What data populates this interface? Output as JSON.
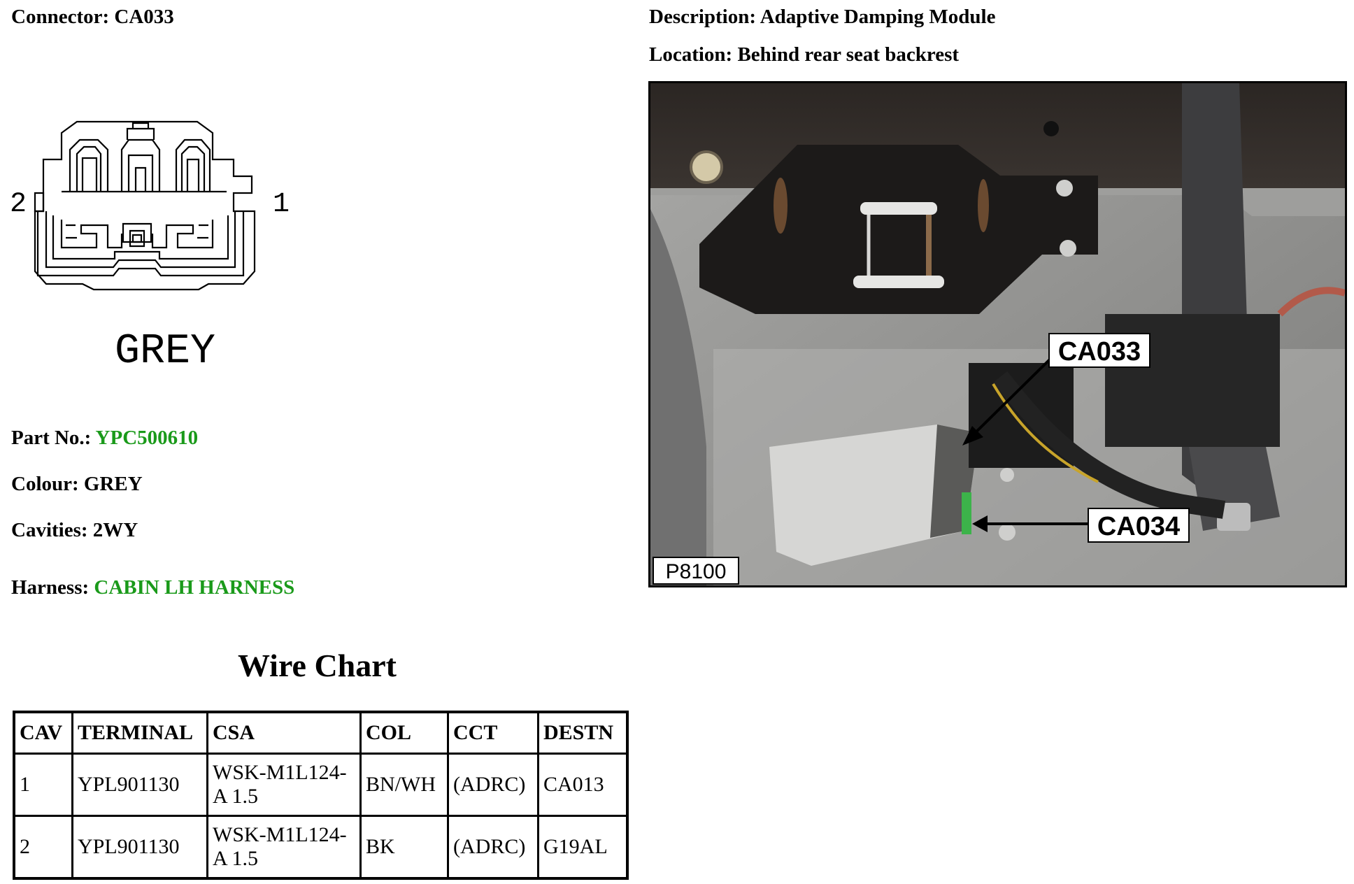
{
  "connector": {
    "label": "Connector:",
    "value": "CA033"
  },
  "description": {
    "label": "Description:",
    "value": "Adaptive Damping Module"
  },
  "location": {
    "label": "Location:",
    "value": "Behind rear seat backrest"
  },
  "diagram": {
    "pin_left": "2",
    "pin_right": "1",
    "colour_text": "GREY"
  },
  "part_no": {
    "label": "Part No.:",
    "value": "YPC500610"
  },
  "colour": {
    "label": "Colour:",
    "value": "GREY"
  },
  "cavities": {
    "label": "Cavities:",
    "value": "2WY"
  },
  "harness": {
    "label": "Harness:",
    "value": "CABIN LH HARNESS"
  },
  "photo": {
    "callout_1": "CA033",
    "callout_2": "CA034",
    "ref": "P8100"
  },
  "wire_chart": {
    "title": "Wire Chart",
    "headers": [
      "CAV",
      "TERMINAL",
      "CSA",
      "COL",
      "CCT",
      "DESTN"
    ],
    "rows": [
      [
        "1",
        "YPL901130",
        "WSK-M1L124-A 1.5",
        "BN/WH",
        "(ADRC)",
        "CA013"
      ],
      [
        "2",
        "YPL901130",
        "WSK-M1L124-A 1.5",
        "BK",
        "(ADRC)",
        "G19AL"
      ]
    ]
  },
  "colors": {
    "accent_green": "#1a9a1a"
  }
}
